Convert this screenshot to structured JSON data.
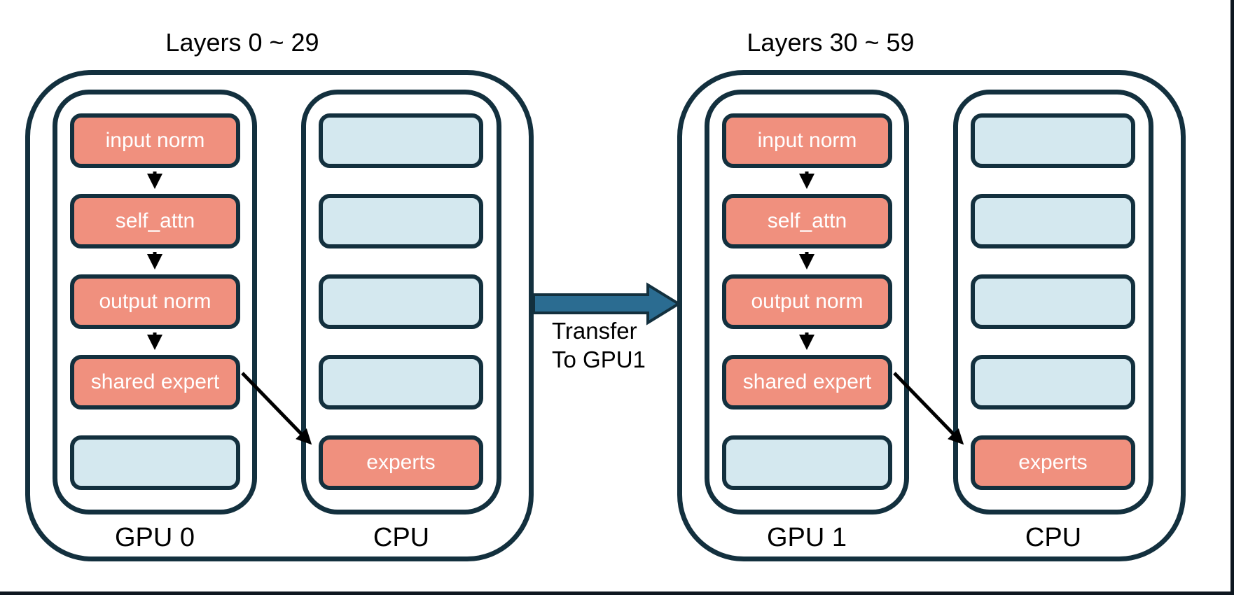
{
  "diagram": {
    "left_group": {
      "title": "Layers 0 ~ 29",
      "gpu": {
        "label": "GPU 0",
        "boxes": [
          {
            "label": "input norm",
            "type": "active"
          },
          {
            "label": "self_attn",
            "type": "active"
          },
          {
            "label": "output norm",
            "type": "active"
          },
          {
            "label": "shared expert",
            "type": "active"
          },
          {
            "label": "",
            "type": "empty"
          }
        ]
      },
      "cpu": {
        "label": "CPU",
        "boxes": [
          {
            "label": "",
            "type": "empty"
          },
          {
            "label": "",
            "type": "empty"
          },
          {
            "label": "",
            "type": "empty"
          },
          {
            "label": "",
            "type": "empty"
          },
          {
            "label": "experts",
            "type": "active"
          }
        ]
      }
    },
    "right_group": {
      "title": "Layers 30 ~ 59",
      "gpu": {
        "label": "GPU 1",
        "boxes": [
          {
            "label": "input norm",
            "type": "active"
          },
          {
            "label": "self_attn",
            "type": "active"
          },
          {
            "label": "output norm",
            "type": "active"
          },
          {
            "label": "shared expert",
            "type": "active"
          },
          {
            "label": "",
            "type": "empty"
          }
        ]
      },
      "cpu": {
        "label": "CPU",
        "boxes": [
          {
            "label": "",
            "type": "empty"
          },
          {
            "label": "",
            "type": "empty"
          },
          {
            "label": "",
            "type": "empty"
          },
          {
            "label": "",
            "type": "empty"
          },
          {
            "label": "experts",
            "type": "active"
          }
        ]
      }
    },
    "transfer": {
      "label_line1": "Transfer",
      "label_line2": "To GPU1"
    },
    "colors": {
      "container_border": "#13303E",
      "box_active_fill": "#F0907E",
      "box_empty_fill": "#D4E8EF",
      "box_text": "#FFFFFF",
      "flow_arrow": "#000000",
      "transfer_arrow_fill": "#2B6C91",
      "title_text": "#000000",
      "frame_line": "#0E1720"
    }
  }
}
